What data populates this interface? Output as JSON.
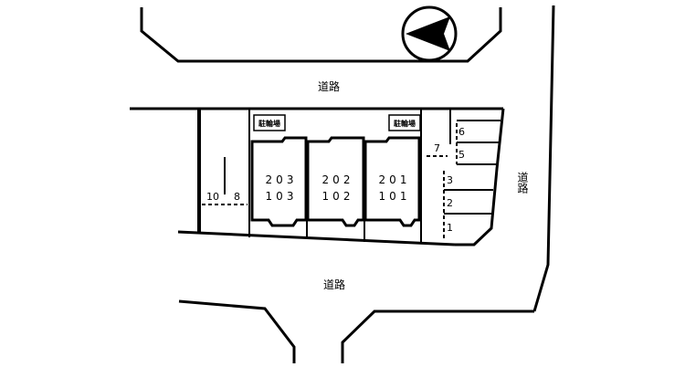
{
  "roads": {
    "top": "道路",
    "bottom": "道路",
    "right": "道路"
  },
  "bicycle_parking": [
    {
      "id": "left",
      "label": "駐輪場"
    },
    {
      "id": "right",
      "label": "駐輪場"
    }
  ],
  "units": [
    {
      "id": "left",
      "upper": "203",
      "lower": "103"
    },
    {
      "id": "middle",
      "upper": "202",
      "lower": "102"
    },
    {
      "id": "right",
      "upper": "201",
      "lower": "101"
    }
  ],
  "parking": {
    "slot_1": "1",
    "slot_2": "2",
    "slot_3": "3",
    "slot_5": "5",
    "slot_6": "6",
    "slot_7": "7",
    "slot_8": "8",
    "slot_10": "10"
  },
  "compass": {
    "icon": "north-arrow-icon",
    "direction": "west"
  },
  "colors": {
    "line": "#000000",
    "background": "#ffffff"
  }
}
